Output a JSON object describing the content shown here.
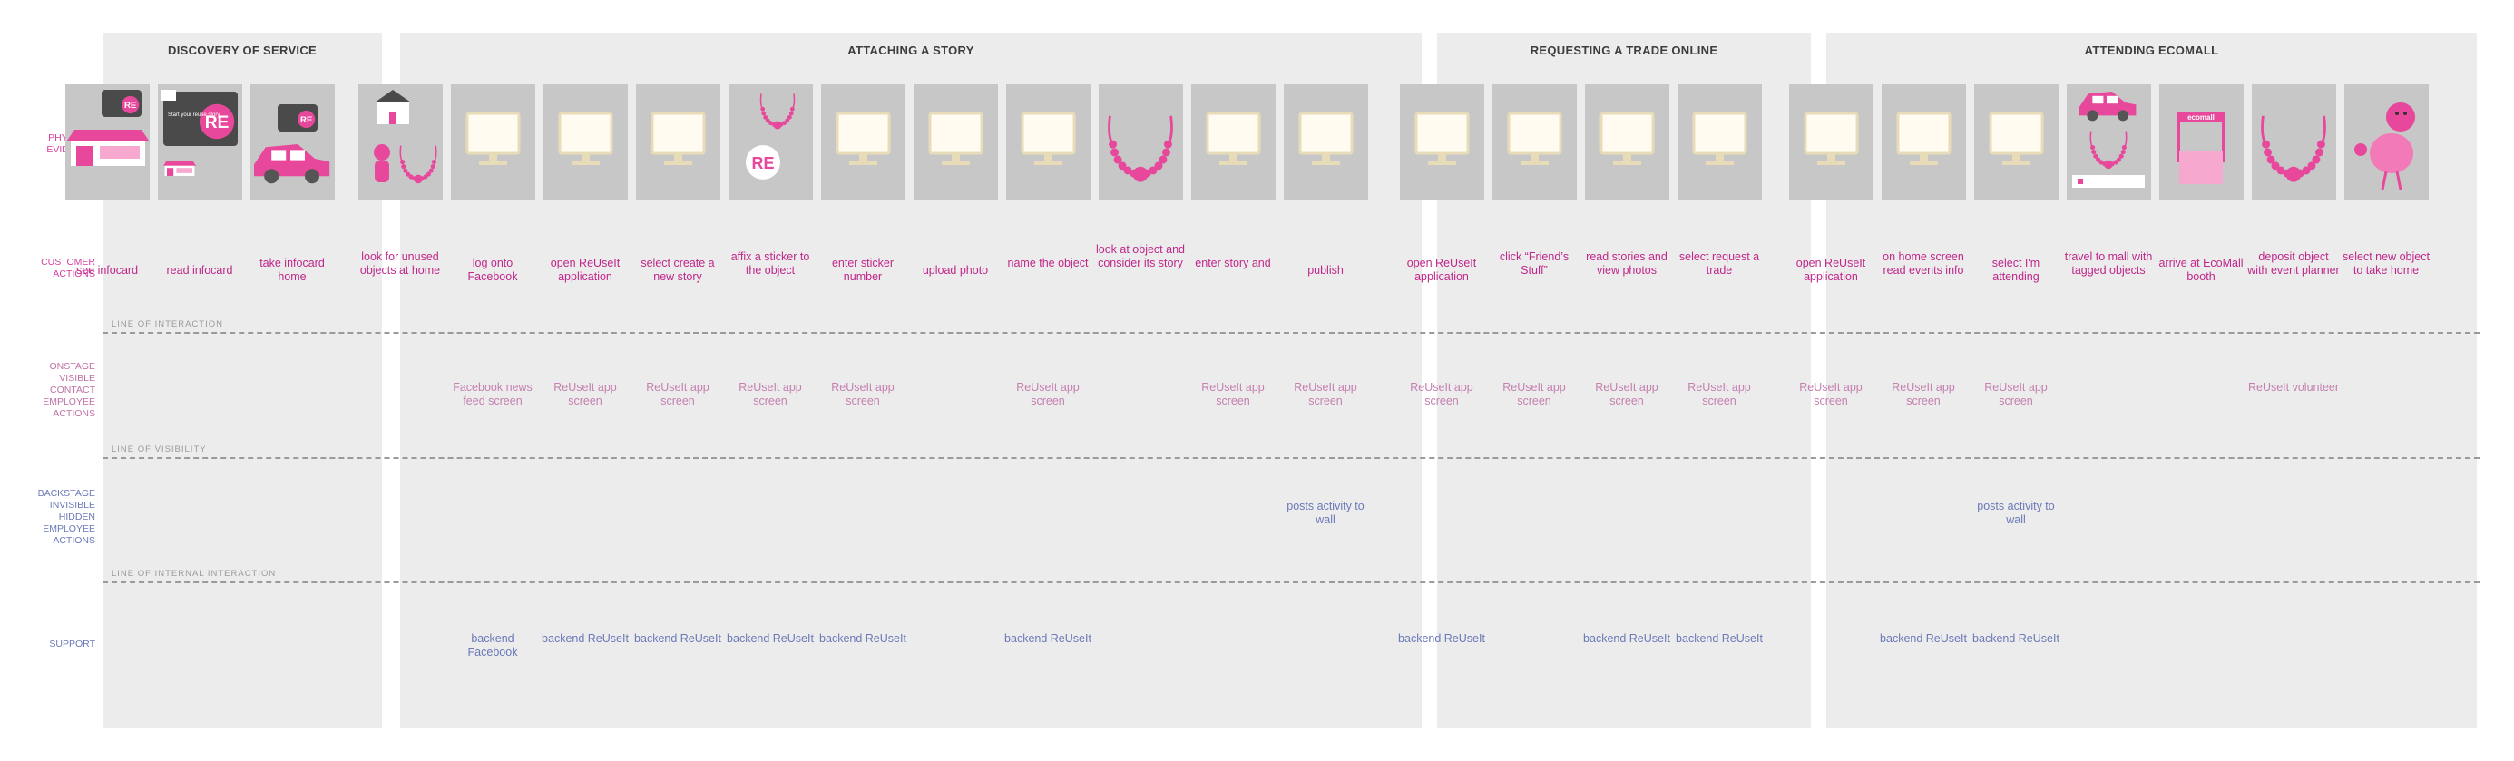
{
  "phases": [
    {
      "title": "DISCOVERY OF SERVICE"
    },
    {
      "title": "ATTACHING A STORY"
    },
    {
      "title": "REQUESTING A TRADE ONLINE"
    },
    {
      "title": "ATTENDING ECOMALL"
    }
  ],
  "rows": {
    "physical": "PHYSICAL EVIDENCE",
    "customer": "CUSTOMER ACTIONS",
    "onstage": "ONSTAGE VISIBLE CONTACT EMPLOYEE ACTIONS",
    "backstage": "BACKSTAGE INVISIBLE HIDDEN EMPLOYEE ACTIONS",
    "support": "SUPPORT"
  },
  "lines": {
    "interaction": "LINE OF INTERACTION",
    "visibility": "LINE OF VISIBILITY",
    "internal": "LINE OF INTERNAL INTERACTION"
  },
  "card_text": {
    "re": "RE",
    "card_text": "Start your reuse story",
    "ecomall": "ecomall"
  },
  "colors": {
    "accent": "#e8489b",
    "evidence_bg": "#c7c7c7",
    "phase_bg": "#ececec",
    "support": "#6a79b8"
  },
  "steps": [
    {
      "icon": "infocard-store-icon",
      "customer": "see infocard",
      "onstage": "",
      "backstage": "",
      "support": ""
    },
    {
      "icon": "infocard-icon",
      "customer": "read infocard",
      "onstage": "",
      "backstage": "",
      "support": ""
    },
    {
      "icon": "infocard-car-icon",
      "customer": "take infocard home",
      "onstage": "",
      "backstage": "",
      "support": ""
    },
    {
      "icon": "house-objects-icon",
      "customer": "look for unused objects at home",
      "onstage": "",
      "backstage": "",
      "support": ""
    },
    {
      "icon": "monitor-icon",
      "customer": "log onto Facebook",
      "onstage": "Facebook news feed screen",
      "backstage": "",
      "support": "backend Facebook"
    },
    {
      "icon": "monitor-icon",
      "customer": "open ReUseIt application",
      "onstage": "ReUseIt app screen",
      "backstage": "",
      "support": "backend ReUseIt"
    },
    {
      "icon": "monitor-icon",
      "customer": "select create a new story",
      "onstage": "ReUseIt app screen",
      "backstage": "",
      "support": "backend ReUseIt"
    },
    {
      "icon": "necklace-sticker-icon",
      "customer": "affix a sticker to the object",
      "onstage": "ReUseIt app screen",
      "backstage": "",
      "support": "backend ReUseIt"
    },
    {
      "icon": "monitor-icon",
      "customer": "enter sticker number",
      "onstage": "ReUseIt app screen",
      "backstage": "",
      "support": "backend ReUseIt"
    },
    {
      "icon": "monitor-icon",
      "customer": "upload photo",
      "onstage": "",
      "backstage": "",
      "support": ""
    },
    {
      "icon": "monitor-icon",
      "customer": "name the object",
      "onstage": "ReUseIt app screen",
      "backstage": "",
      "support": "backend ReUseIt"
    },
    {
      "icon": "necklace-icon",
      "customer": "look at object and consider its story",
      "onstage": "",
      "backstage": "",
      "support": ""
    },
    {
      "icon": "monitor-icon",
      "customer": "enter story and",
      "onstage": "ReUseIt app screen",
      "backstage": "",
      "support": ""
    },
    {
      "icon": "monitor-icon",
      "customer": "publish",
      "onstage": "ReUseIt app screen",
      "backstage": "posts activity to wall",
      "support": ""
    },
    {
      "icon": "monitor-icon",
      "customer": "open ReUseIt application",
      "onstage": "ReUseIt app screen",
      "backstage": "",
      "support": "backend ReUseIt"
    },
    {
      "icon": "monitor-icon",
      "customer": "click “Friend’s Stuff”",
      "onstage": "ReUseIt app screen",
      "backstage": "",
      "support": ""
    },
    {
      "icon": "monitor-icon",
      "customer": "read stories and view photos",
      "onstage": "ReUseIt app screen",
      "backstage": "",
      "support": "backend ReUseIt"
    },
    {
      "icon": "monitor-icon",
      "customer": "select request a trade",
      "onstage": "ReUseIt app screen",
      "backstage": "",
      "support": "backend ReUseIt"
    },
    {
      "icon": "monitor-icon",
      "customer": "open ReUseIt application",
      "onstage": "ReUseIt app screen",
      "backstage": "",
      "support": ""
    },
    {
      "icon": "monitor-icon",
      "customer": "on home screen read events info",
      "onstage": "ReUseIt app screen",
      "backstage": "",
      "support": "backend ReUseIt"
    },
    {
      "icon": "monitor-icon",
      "customer": "select I'm attending",
      "onstage": "ReUseIt app screen",
      "backstage": "posts activity to wall",
      "support": "backend ReUseIt"
    },
    {
      "icon": "car-necklace-icon",
      "customer": "travel to mall with tagged objects",
      "onstage": "",
      "backstage": "",
      "support": ""
    },
    {
      "icon": "ecomall-booth-icon",
      "customer": "arrive at EcoMall booth",
      "onstage": "",
      "backstage": "",
      "support": ""
    },
    {
      "icon": "necklace-icon",
      "customer": "deposit object with event planner",
      "onstage": "ReUseIt volunteer",
      "backstage": "",
      "support": ""
    },
    {
      "icon": "bird-toy-icon",
      "customer": "select new object to take home",
      "onstage": "",
      "backstage": "",
      "support": ""
    }
  ]
}
